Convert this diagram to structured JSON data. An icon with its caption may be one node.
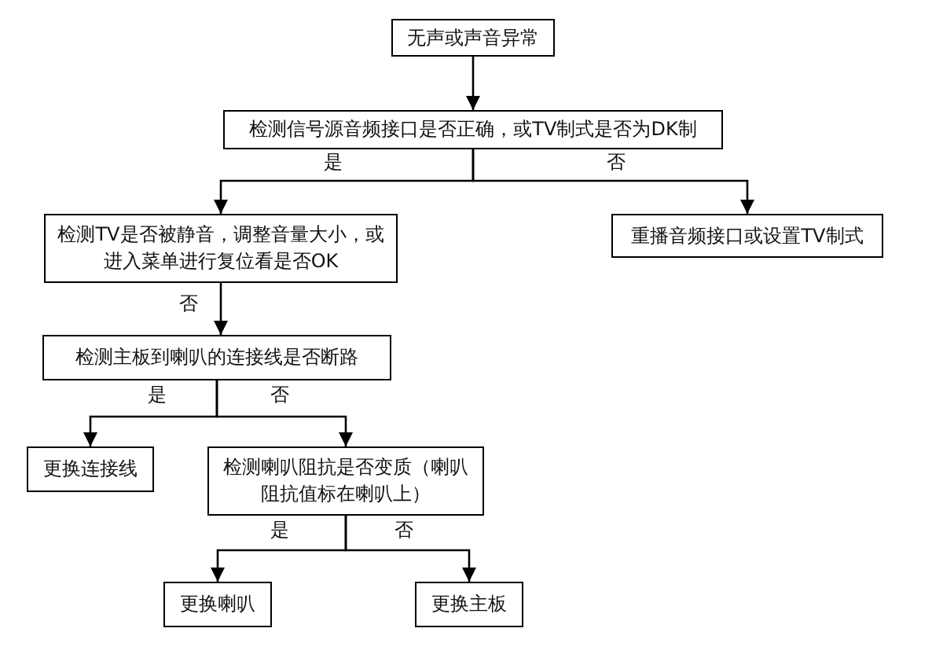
{
  "diagram": {
    "nodes": [
      {
        "text": [
          "无声或声音异常"
        ]
      },
      {
        "text": [
          "检测信号源音频接口是否正确，或TV制式是否为DK制"
        ]
      },
      {
        "text": [
          "检测TV是否被静音，调整音量大小，或进入菜单进行复位看是否OK"
        ]
      },
      {
        "text": [
          "重播音频接口或设置TV制式"
        ]
      },
      {
        "text": [
          "检测主板到喇叭的连接线是否断路"
        ]
      },
      {
        "text": [
          "更换连接线"
        ]
      },
      {
        "text": [
          "检测喇叭阻抗是否变质（喇叭阻抗值标在喇叭上）"
        ]
      },
      {
        "text": [
          "更换喇叭"
        ]
      },
      {
        "text": [
          "更换主板"
        ]
      }
    ],
    "edges": [
      {
        "from": 0,
        "to": 1,
        "arrow": "to"
      },
      {
        "from": 1,
        "to": 2,
        "arrow": "to",
        "label": "是"
      },
      {
        "from": 1,
        "to": 3,
        "arrow": "to",
        "label": "否"
      },
      {
        "from": 2,
        "to": 4,
        "arrow": "to",
        "label": "否"
      },
      {
        "from": 4,
        "to": 5,
        "arrow": "to",
        "label": "是"
      },
      {
        "from": 4,
        "to": 6,
        "arrow": "to",
        "label": "否"
      },
      {
        "from": 6,
        "to": 7,
        "arrow": "to",
        "label": "是"
      },
      {
        "from": 6,
        "to": 8,
        "arrow": "to",
        "label": "否"
      }
    ]
  }
}
